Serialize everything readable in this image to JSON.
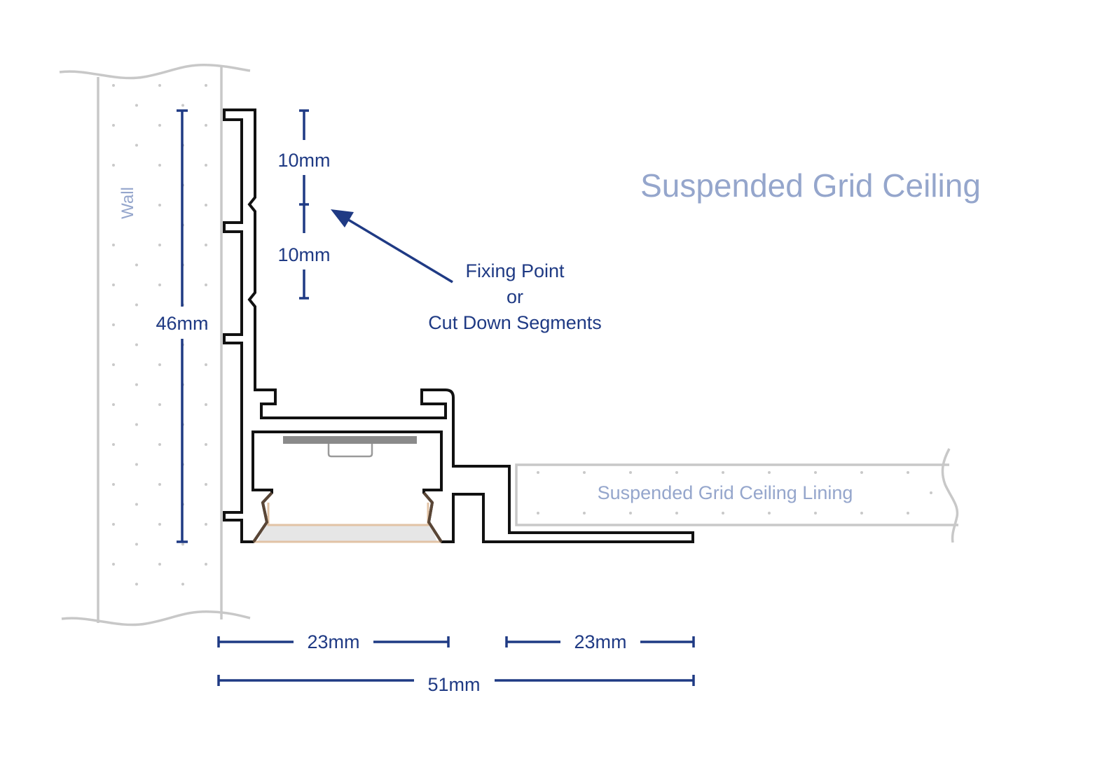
{
  "title": "Suspended Grid Ceiling",
  "labels": {
    "wall": "Wall",
    "ceiling_lining": "Suspended Grid Ceiling Lining",
    "fixing_line1": "Fixing Point",
    "fixing_line2": "or",
    "fixing_line3": "Cut Down Segments"
  },
  "dimensions": {
    "height": "46mm",
    "segment_top": "10mm",
    "segment_bottom": "10mm",
    "width_left": "23mm",
    "width_right": "23mm",
    "width_total": "51mm"
  },
  "colors": {
    "dimension": "#1f3a84",
    "label_soft": "#95a6cc",
    "wall_outline": "#c8c8c8",
    "profile": "#111111",
    "diffuser_fill": "#e6e6e6",
    "diffuser_edge": "#e2c3a5",
    "gasket": "#5a4636",
    "led_strip": "#8a8a8a"
  }
}
